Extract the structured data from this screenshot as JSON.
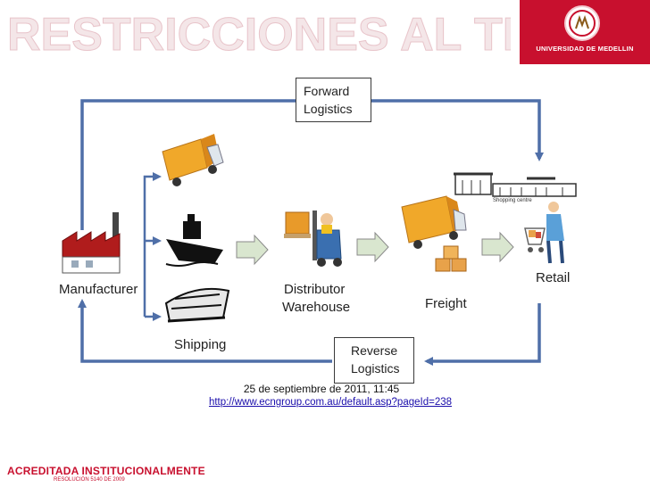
{
  "header": {
    "title_ghost": "RESTRICCIONES AL TRANSPORTE",
    "logo_text": "UNIVERSIDAD DE MEDELLIN"
  },
  "boxes": {
    "forward_line1": "Forward",
    "forward_line2": "Logistics",
    "reverse_line1": "Reverse",
    "reverse_line2": "Logistics"
  },
  "nodes": {
    "manufacturer": "Manufacturer",
    "distributor_line1": "Distributor",
    "distributor_line2": "Warehouse",
    "freight": "Freight",
    "retail": "Retail",
    "shipping": "Shipping",
    "shopping_centre": "Shopping centre"
  },
  "footer": {
    "date": "25 de septiembre de 2011, 11:45",
    "link": "http://www.ecngroup.com.au/default.asp?pageId=238",
    "accreditation": "ACREDITADA INSTITUCIONALMENTE",
    "resolution": "RESOLUCIÓN 5140 DE 2009"
  },
  "colors": {
    "accent_red": "#c8102e",
    "arrow_blue": "#4f6fa8",
    "flow_arrow_fill": "#d9e6cf"
  }
}
